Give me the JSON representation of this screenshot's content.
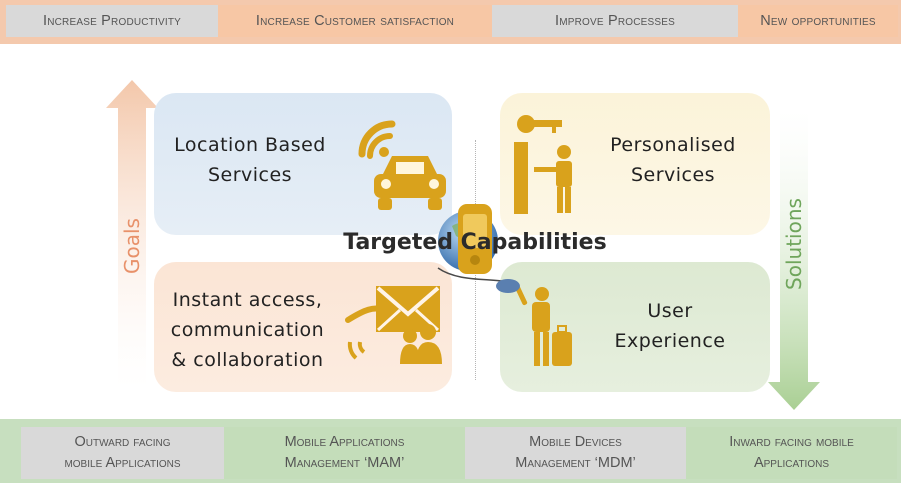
{
  "top_bar": {
    "items": [
      "Increase Productivity",
      "Increase Customer satisfaction",
      "Improve Processes",
      "New opportunities"
    ]
  },
  "quadrants": {
    "top_left": "Location Based\nServices",
    "top_right": "Personalised\nServices",
    "bottom_left": "Instant access,\ncommunication\n& collaboration",
    "bottom_right": "User\nExperience"
  },
  "center_title": "Targeted Capabilities",
  "axes": {
    "left": "Goals",
    "right": "Solutions"
  },
  "bottom_bar": {
    "items": [
      "Outward facing\nmobile Applications",
      "Mobile Applications\nManagement ‘MAM’",
      "Mobile Devices\nManagement ‘MDM’",
      "Inward facing mobile\nApplications"
    ]
  },
  "colors": {
    "accent_orange": "#f4c9ad",
    "accent_green": "#c7dfbf",
    "icon_gold": "#d9a21c",
    "goals_arrow": "#f3c7aa",
    "solutions_arrow": "#bcd9ab"
  }
}
